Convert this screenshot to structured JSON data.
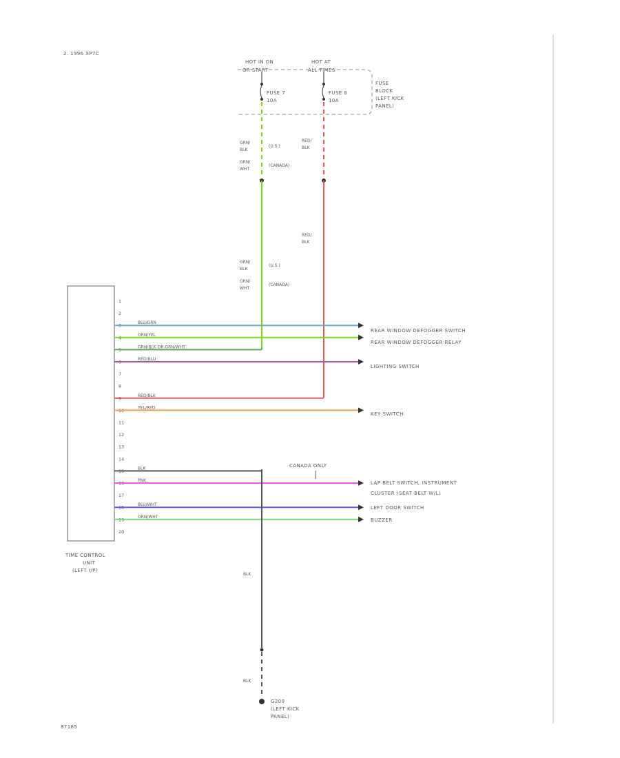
{
  "header": {
    "caption": "2. 1996 XP7C",
    "footer_code": "87185"
  },
  "power": {
    "left_source": [
      "HOT IN ON",
      "OR START"
    ],
    "right_source": [
      "HOT AT",
      "ALL TIMES"
    ],
    "fuse_left": [
      "FUSE 7",
      "10A"
    ],
    "fuse_right": [
      "FUSE 8",
      "10A"
    ],
    "fuse_block": [
      "FUSE",
      "BLOCK",
      "(LEFT KICK",
      "PANEL)"
    ],
    "left_wire_top": [
      "GRN/",
      "BLK"
    ],
    "left_wire_top_note": "(U.S.)",
    "left_wire_top2": [
      "GRN/",
      "WHT"
    ],
    "left_wire_top2_note": "(CANADA)",
    "right_wire_top": [
      "RED/",
      "BLK"
    ],
    "right_wire_mid": [
      "RED/",
      "BLK"
    ],
    "left_wire_mid": [
      "GRN/",
      "BLK"
    ],
    "left_wire_mid_note": "(U.S.)",
    "left_wire_mid2": [
      "GRN/",
      "WHT"
    ],
    "left_wire_mid2_note": "(CANADA)"
  },
  "unit": {
    "label": [
      "TIME CONTROL",
      "UNIT",
      "(LEFT I/P)"
    ]
  },
  "pins": [
    "1",
    "2",
    "3",
    "4",
    "5",
    "6",
    "7",
    "8",
    "9",
    "10",
    "11",
    "12",
    "13",
    "14",
    "15",
    "16",
    "17",
    "18",
    "19",
    "20"
  ],
  "wires": [
    {
      "pin": "3",
      "label": "BLU/GRN",
      "color": "#6fa8c8",
      "dest": [
        "REAR WINDOW DEFOGGER SWITCH"
      ]
    },
    {
      "pin": "4",
      "label": "GRN/YEL",
      "color": "#7ed321",
      "dest": [
        "REAR WINDOW DEFOGGER RELAY"
      ]
    },
    {
      "pin": "5",
      "label": "GRN/BLK OR GRN/WHT",
      "color": "#5aa55a",
      "dest": []
    },
    {
      "pin": "6",
      "label": "RED/BLU",
      "color": "#a05aa0",
      "dest": [
        "LIGHTING SWITCH"
      ]
    },
    {
      "pin": "9",
      "label": "RED/BLK",
      "color": "#e05a5a",
      "dest": []
    },
    {
      "pin": "10",
      "label": "YEL/RED",
      "color": "#f0a050",
      "dest": [
        "KEY SWITCH"
      ]
    },
    {
      "pin": "15",
      "label": "BLK",
      "color": "#555555",
      "dest": []
    },
    {
      "pin": "16",
      "label": "PNK",
      "color": "#ee55ee",
      "dest": [
        "LAP BELT SWITCH, INSTRUMENT",
        "CLUSTER (SEAT BELT W/L)"
      ]
    },
    {
      "pin": "18",
      "label": "BLU/WHT",
      "color": "#5a5aee",
      "dest": [
        "LEFT DOOR SWITCH"
      ]
    },
    {
      "pin": "19",
      "label": "GRN/WHT",
      "color": "#7ed37e",
      "dest": [
        "BUZZER"
      ]
    }
  ],
  "canada_only": "CANADA ONLY",
  "ground": {
    "wire_upper": "BLK",
    "wire_lower": "BLK",
    "label": [
      "G200",
      "(LEFT KICK",
      "PANEL)"
    ]
  },
  "colors": {
    "green_feed": "#7ed321",
    "red_feed": "#e05a5a",
    "ground": "#555555",
    "dashed": "#888888"
  }
}
